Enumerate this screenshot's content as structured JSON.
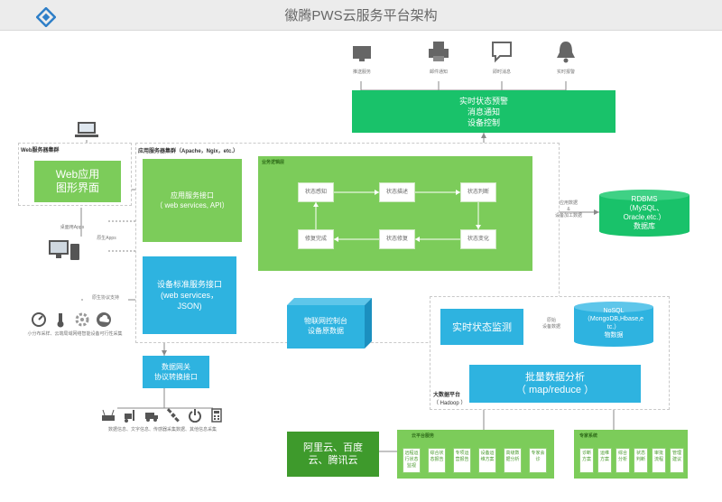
{
  "title": "徽腾PWS云服务平台架构",
  "top_icons": [
    {
      "icon": "monitor-icon",
      "label": "推送服务"
    },
    {
      "icon": "printer-icon",
      "label": "邮件通知"
    },
    {
      "icon": "chat-bubble-icon",
      "label": "即时消息"
    },
    {
      "icon": "bell-icon",
      "label": "实时报警"
    }
  ],
  "realtime_box": [
    "实时状态预警",
    "消息通知",
    "设备控制"
  ],
  "web_cluster": {
    "title": "Web服务器集群",
    "box": [
      "Web应用",
      "图形界面"
    ]
  },
  "app_cluster": {
    "title": "应用服务器集群（Apache，Ngix，etc.）",
    "box": [
      "应用服务接口",
      "（ web services, API）"
    ]
  },
  "logic": {
    "title": "业务逻辑层",
    "states": [
      "状态感知",
      "状态描述",
      "状态判断",
      "修复完成",
      "状态修复",
      "状态变化"
    ]
  },
  "rdbms": [
    "RDBMS",
    "（MySQL、",
    "Oracle,etc.）",
    "数据库"
  ],
  "app_data_label": [
    "应用数据",
    "&",
    "设备加工数据"
  ],
  "apps_labels": {
    "left": "桌面用Apps",
    "right": "原生Apps"
  },
  "device_box": [
    "设备标准服务接口",
    "(web services，",
    "JSON)"
  ],
  "native_protocol": "原生协议支持",
  "sensor_caption": "小分布采样、云端局域网络智能设备可行性采集",
  "iot_box": [
    "物联网控制台",
    "设备原数据"
  ],
  "gateway_box": [
    "数据网关",
    "协议转换接口"
  ],
  "device_caption": "数据信息、文字信息、传感器采集数据、其他信息采集",
  "realtime_monitor": "实时状态监测",
  "raw_data_label": [
    "原始",
    "设备数据"
  ],
  "nosql": [
    "NoSQL",
    "（MongoDB,Hbase,e",
    "tc.）",
    "物数据"
  ],
  "batch": [
    "批量数据分析",
    "（ map/reduce ）"
  ],
  "bigdata": {
    "title": "大数据平台",
    "sub": "（ Hadoop ）"
  },
  "cloud_box": [
    "阿里云、百度",
    "云、腾讯云"
  ],
  "cloud_services": {
    "title": "云平台服务",
    "items": [
      "远程运行状态监视",
      "综合状态报告",
      "专项运营报告",
      "设备运维方案",
      "高级数据分析",
      "专家会诊"
    ]
  },
  "expert": {
    "title": "专家系统",
    "items": [
      "诊断方案",
      "运维方案",
      "综合分析",
      "状态判断",
      "审批流程",
      "管理建议"
    ]
  },
  "colors": {
    "green": "#7ccc5a",
    "dark_green": "#19c26a",
    "blue": "#2eb3e0",
    "line": "#8a8a8a"
  }
}
